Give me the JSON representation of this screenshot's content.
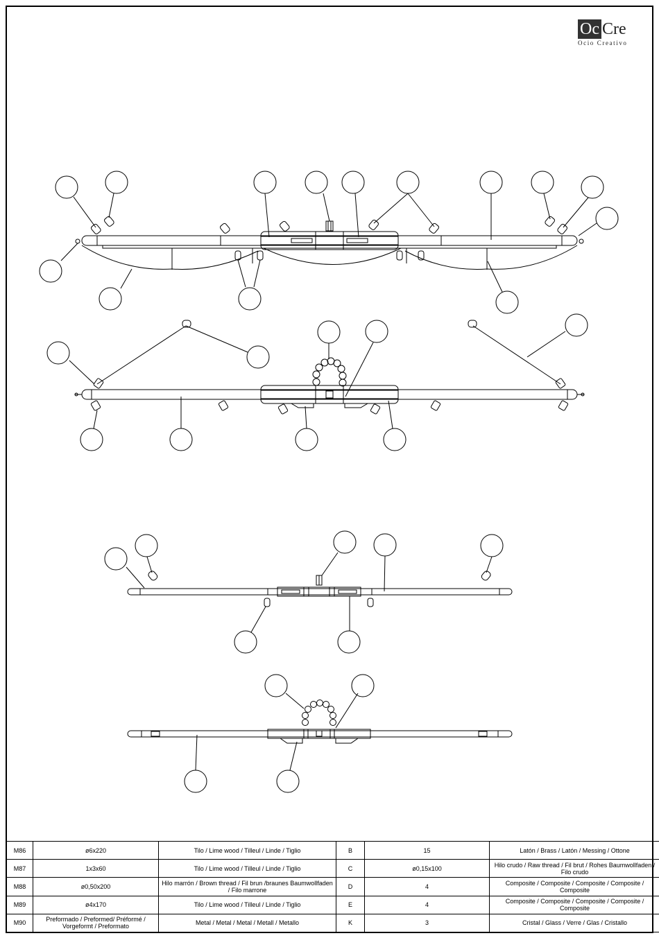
{
  "logo": {
    "mark_left": "Oc",
    "mark_right": "Cre",
    "tagline": "Ocio Creativo"
  },
  "parts_table": {
    "rows": [
      {
        "left": [
          "M86",
          "ø6x220",
          "Tilo / Lime wood / Tilleul / Linde / Tiglio"
        ],
        "right": [
          "B",
          "15",
          "Latón / Brass / Latón / Messing / Ottone"
        ]
      },
      {
        "left": [
          "M87",
          "1x3x60",
          "Tilo / Lime wood / Tilleul / Linde / Tiglio"
        ],
        "right": [
          "C",
          "ø0,15x100",
          "Hilo crudo / Raw thread / Fil brut / Rohes Baumwollfaden / Filo crudo"
        ]
      },
      {
        "left": [
          "M88",
          "ø0,50x200",
          "Hilo marrón / Brown thread / Fil brun /braunes Baumwollfaden / Filo marrone"
        ],
        "right": [
          "D",
          "4",
          "Composite / Composite / Composite / Composite / Composite"
        ]
      },
      {
        "left": [
          "M89",
          "ø4x170",
          "Tilo / Lime wood / Tilleul / Linde / Tiglio"
        ],
        "right": [
          "E",
          "4",
          "Composite / Composite / Composite / Composite / Composite"
        ]
      },
      {
        "left": [
          "M90",
          "Preformado / Preformed/ Préformé / Vorgeformt / Preformato",
          "Metal / Metal / Metal / Metall / Metallo"
        ],
        "right": [
          "K",
          "3",
          "Cristal / Glass / Verre / Glas / Cristallo"
        ]
      }
    ]
  }
}
